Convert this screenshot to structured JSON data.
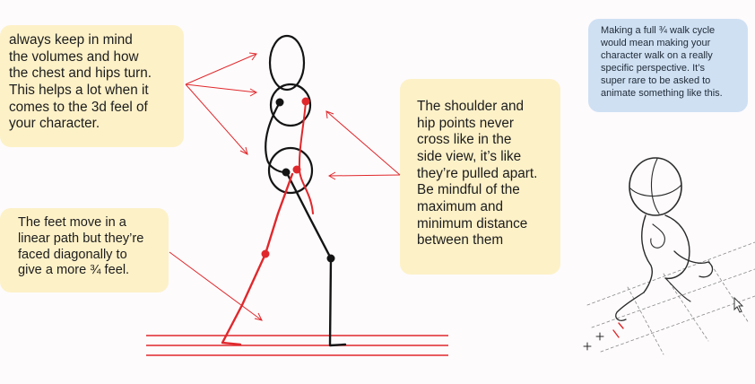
{
  "notes": {
    "chest_hips": "always keep in mind\nthe volumes and how\nthe chest and hips turn.\nThis helps a lot when it\ncomes to the 3d feel of\nyour character.",
    "feet": "The feet move in a\nlinear path but they’re\nfaced diagonally to\ngive a more ¾ feel.",
    "shoulder_hip": "The shoulder and\nhip points never\ncross like in the\nside view, it’s like\nthey’re pulled apart.\nBe mindful of the\nmaximum and\nminimum distance\nbetween them",
    "walk_cycle": "Making a full ¾ walk cycle\nwould mean making your\ncharacter walk on a really\nspecific perspective. It’s\nsuper rare to be asked to\nanimate something like this."
  },
  "colors": {
    "accent_red": "#e0282c",
    "note_yellow": "#fdf1c8",
    "note_blue": "#cfe0f3",
    "ink": "#141414"
  },
  "icons": [
    "mouse-cursor-icon"
  ]
}
